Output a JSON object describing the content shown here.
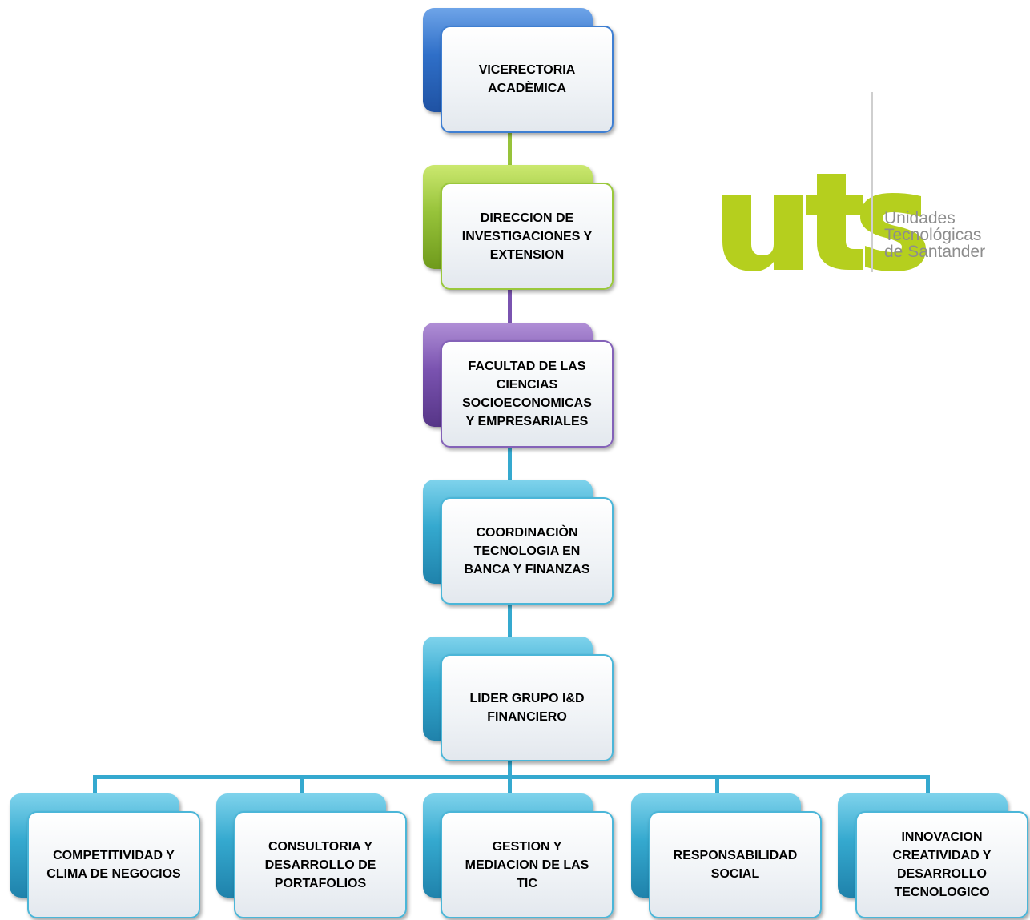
{
  "nodes": {
    "vicerrectoria": "VICERECTORIA\nACADÈMICA",
    "direccion": "DIRECCION DE\nINVESTIGACIONES Y\nEXTENSION",
    "facultad": "FACULTAD DE LAS\nCIENCIAS\nSOCIOECONOMICAS\nY EMPRESARIALES",
    "coordinacion": "COORDINACIÒN\nTECNOLOGIA EN\nBANCA Y FINANZAS",
    "lider": "LIDER GRUPO I&D\nFINANCIERO",
    "children": [
      "COMPETITIVIDAD Y\nCLIMA DE NEGOCIOS",
      "CONSULTORIA Y\nDESARROLLO DE\nPORTAFOLIOS",
      "GESTION Y\nMEDIACION DE LAS\nTIC",
      "RESPONSABILIDAD\nSOCIAL",
      "INNOVACION\nCREATIVIDAD Y\nDESARROLLO\nTECNOLOGICO"
    ]
  },
  "logo": {
    "letters": "uts",
    "line1": "Unidades",
    "line2": "Tecnológicas",
    "line3": "de Santander",
    "color": "#b5cf1e"
  },
  "colors": {
    "blue": "#2f6fc8",
    "green": "#97c33a",
    "purple": "#7a53b0",
    "cyan": "#35a9cf"
  }
}
